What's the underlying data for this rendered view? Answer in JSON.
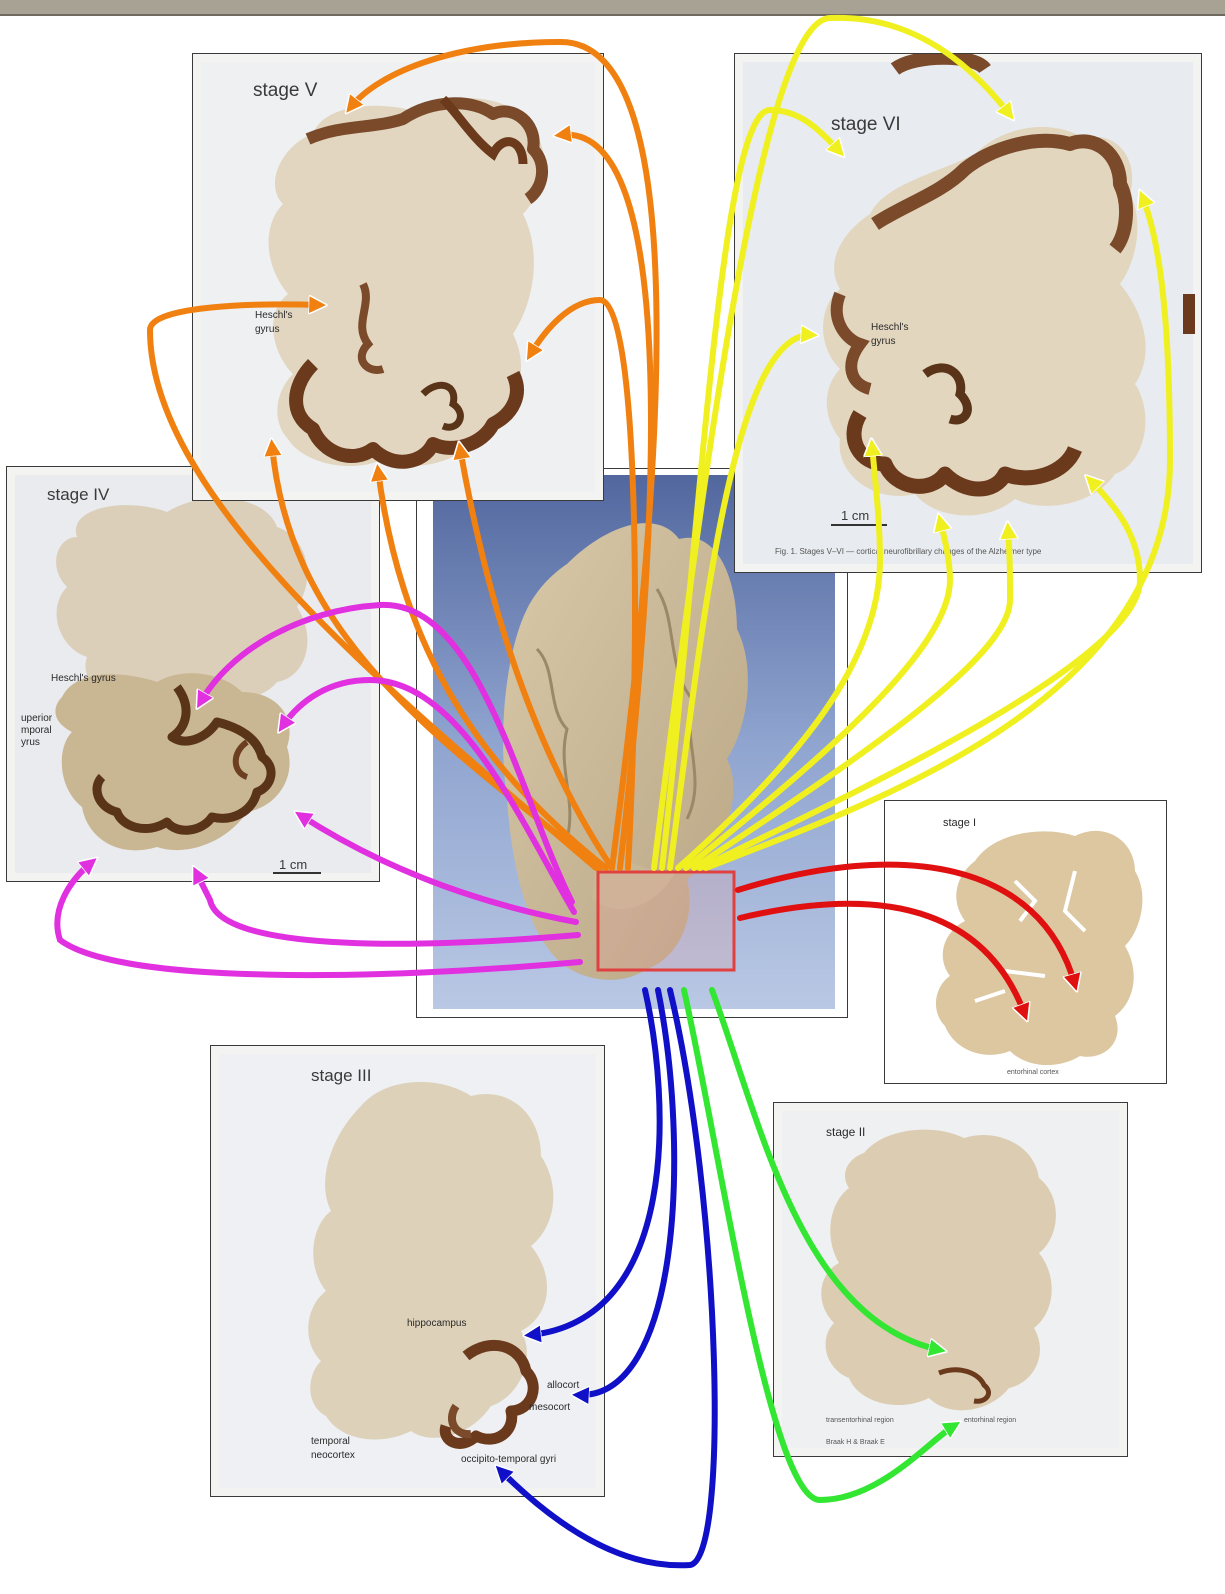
{
  "colors": {
    "stage_I": "#e01010",
    "stage_II": "#32e632",
    "stage_III": "#1010c8",
    "stage_IV": "#e030e0",
    "stage_V": "#f08010",
    "stage_VI": "#f0f020",
    "tissue_light": "#d8c8ae",
    "tissue_dark": "#7a4a2a",
    "center_bg": "#7d93c0"
  },
  "panels": {
    "stage_V": {
      "title": "stage V",
      "labels": [
        "Heschl's",
        "gyrus"
      ]
    },
    "stage_VI": {
      "title": "stage VI",
      "labels": [
        "Heschl's",
        "gyrus"
      ],
      "scale": "1 cm",
      "caption": "Fig. 1. Stages V–VI — cortical neurofibrillary changes of the Alzheimer type"
    },
    "stage_IV": {
      "title": "stage IV",
      "labels": [
        "Heschl's gyrus",
        "uperior",
        "mporal",
        "yrus"
      ],
      "scale": "1 cm"
    },
    "stage_I": {
      "title": "stage I",
      "caption": "entorhinal cortex"
    },
    "stage_III": {
      "title": "stage III",
      "labels": [
        "hippocampus",
        "allocort",
        "mesocort",
        "temporal",
        "neocortex",
        "occipito-temporal gyri"
      ]
    },
    "stage_II": {
      "title": "stage II",
      "labels": [
        "transentorhinal region",
        "entorhinal region"
      ],
      "caption": "Braak H & Braak E"
    }
  },
  "icons": {
    "center": "brain-photo-icon",
    "focus": "focus-box-icon"
  }
}
